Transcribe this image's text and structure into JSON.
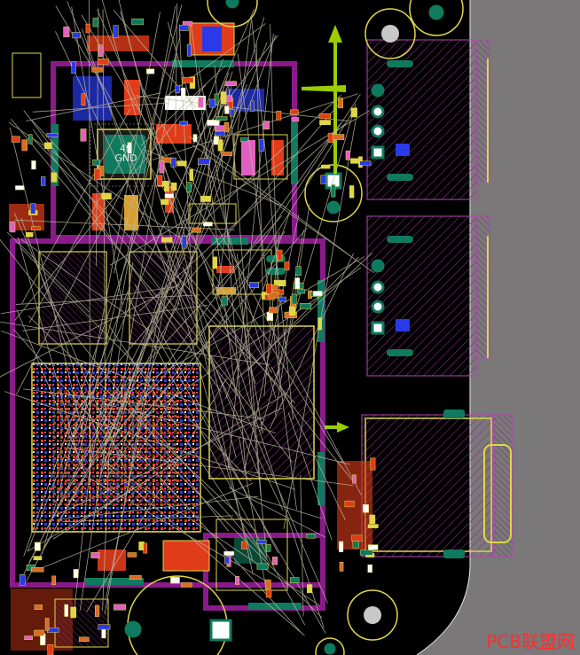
{
  "board": {
    "colors": {
      "background": "#000000",
      "outside_board": "#7a7878",
      "keepout": "#8a1a8a",
      "silkscreen": "#e0d64a",
      "ratsnest": "#bdb8a0",
      "top_copper": "#e03c1a",
      "bottom_copper": "#2a3ae8",
      "pad_green": "#0f7a5e",
      "hatch": "#8a2a8a",
      "arrow": "#9acd00"
    },
    "chip_label": {
      "pin_number": "49",
      "net_name": "GND"
    }
  },
  "watermark": {
    "text": "PCB联盟网",
    "color": "#ff2d2d"
  }
}
